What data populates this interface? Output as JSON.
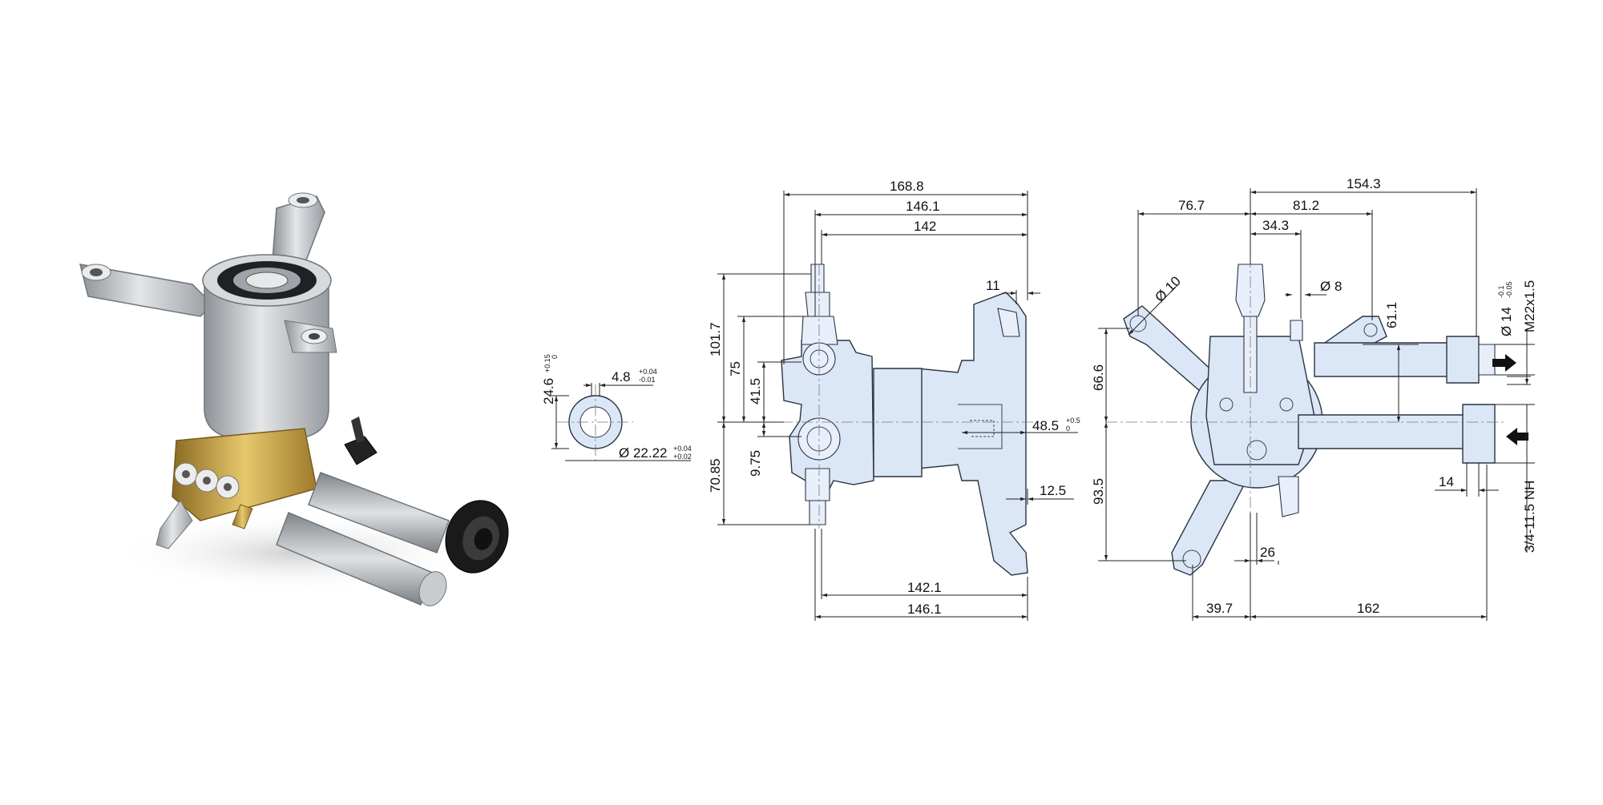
{
  "colors": {
    "drawing_fill": "#dbe7f6",
    "outline": "#2b3440",
    "aluminum": "#bfc3c7",
    "brass": "#c9a24a",
    "black": "#1a1a1a"
  },
  "shaft_section": {
    "height": "24.6",
    "height_tol_upper": "+0.15",
    "height_tol_lower": "0",
    "key_width": "4.8",
    "key_tol_upper": "+0.04",
    "key_tol_lower": "-0.01",
    "diameter": "Ø 22.22",
    "diameter_tol_upper": "+0.04",
    "diameter_tol_lower": "+0.02"
  },
  "side_view": {
    "d_168_8": "168.8",
    "d_146_1_top": "146.1",
    "d_142": "142",
    "d_11": "11",
    "d_101_7": "101.7",
    "d_75": "75",
    "d_41_5": "41.5",
    "d_48_5": "48.5",
    "d_48_5_tol_upper": "+0.5",
    "d_48_5_tol_lower": "0",
    "d_9_75": "9.75",
    "d_70_85": "70.85",
    "d_12_5": "12.5",
    "d_142_1": "142.1",
    "d_146_1_bottom": "146.1"
  },
  "front_view": {
    "d_154_3": "154.3",
    "d_76_7": "76.7",
    "d_81_2": "81.2",
    "d_34_3": "34.3",
    "d_dia_10": "Ø 10",
    "d_dia_8": "Ø 8",
    "d_61_1": "61.1",
    "d_dia_14": "Ø 14",
    "d_dia_14_tol_upper": "-0.1",
    "d_dia_14_tol_lower": "-0.05",
    "thread_out": "M22x1.5",
    "d_66_6": "66.6",
    "d_93_5": "93.5",
    "d_14": "14",
    "thread_in": "3/4-11.5 NH",
    "d_26": "26",
    "d_39_7": "39.7",
    "d_162": "162"
  }
}
